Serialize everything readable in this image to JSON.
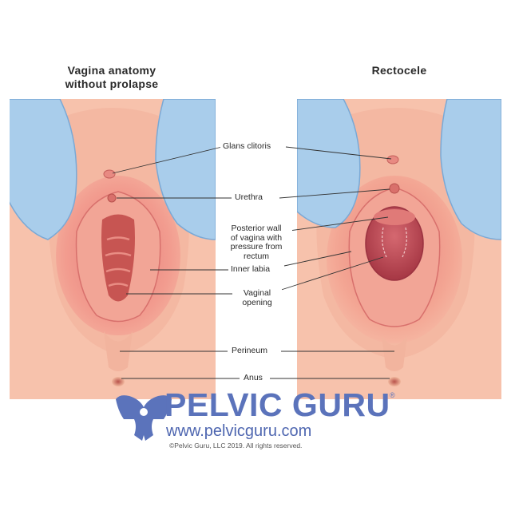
{
  "titles": {
    "left_line1": "Vagina anatomy",
    "left_line2": "without prolapse",
    "right": "Rectocele"
  },
  "labels": {
    "glans_clitoris": "Glans clitoris",
    "urethra": "Urethra",
    "posterior_wall_line1": "Posterior wall",
    "posterior_wall_line2": "of vagina with",
    "posterior_wall_line3": "pressure from",
    "posterior_wall_line4": "rectum",
    "inner_labia": "Inner labia",
    "vaginal_opening_line1": "Vaginal",
    "vaginal_opening_line2": "opening",
    "perineum": "Perineum",
    "anus": "Anus"
  },
  "logo": {
    "brand": "PELVIC GURU",
    "trademark": "®",
    "url": "www.pelvicguru.com",
    "copyright": "©Pelvic Guru, LLC 2019. All rights reserved."
  },
  "colors": {
    "skin": "#f7c2ac",
    "tissue": "#ef8f86",
    "tissue_dark": "#d9625f",
    "glove": "#a9cdeb",
    "rectum_bulge": "#b8434f",
    "brand_blue": "#5b73bb"
  }
}
